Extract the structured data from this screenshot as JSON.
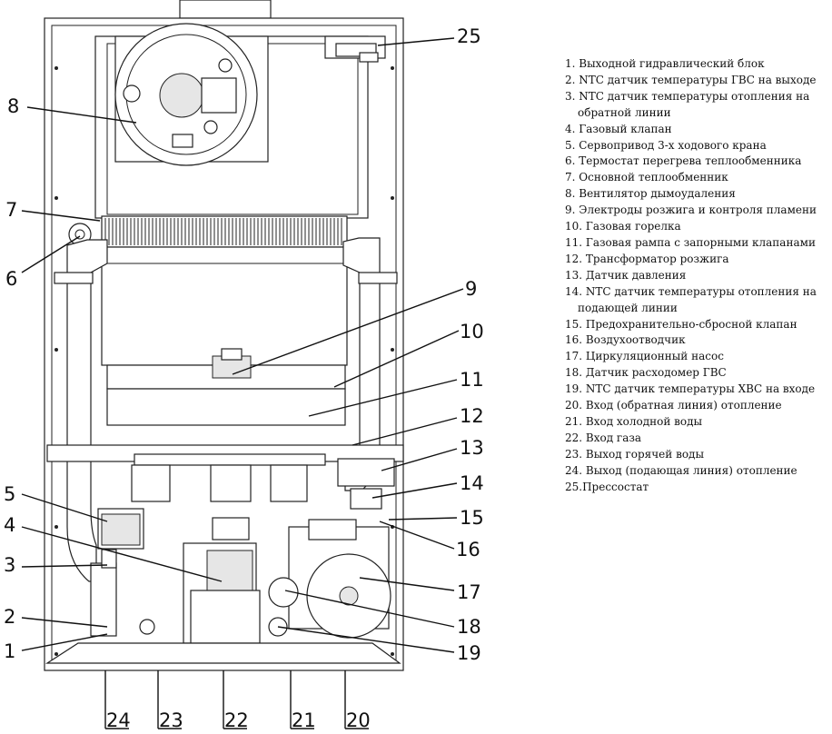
{
  "callouts": [
    "25",
    "8",
    "7",
    "6",
    "9",
    "10",
    "11",
    "12",
    "13",
    "14",
    "15",
    "16",
    "5",
    "4",
    "3",
    "17",
    "2",
    "18",
    "1",
    "19",
    "24",
    "23",
    "22",
    "21",
    "20"
  ],
  "legend": [
    {
      "text": "1. Выходной гидравлический блок"
    },
    {
      "text": "2. NTC датчик температуры ГВС на выходе"
    },
    {
      "text": "3. NTC датчик температуры отопления на",
      "cont": "обратной линии"
    },
    {
      "text": "4. Газовый клапан"
    },
    {
      "text": "5. Сервопривод 3-х ходового крана"
    },
    {
      "text": "6. Термостат перегрева теплообменника"
    },
    {
      "text": "7. Основной теплообменник"
    },
    {
      "text": "8. Вентилятор дымоудаления"
    },
    {
      "text": "9. Электроды розжига и контроля пламени"
    },
    {
      "text": "10. Газовая горелка"
    },
    {
      "text": "11. Газовая рампа с запорными клапанами"
    },
    {
      "text": "12. Трансформатор розжига"
    },
    {
      "text": "13. Датчик давления"
    },
    {
      "text": "14. NTC датчик температуры отопления на",
      "cont": "подающей линии"
    },
    {
      "text": "15. Предохранительно-сбросной клапан"
    },
    {
      "text": "16. Воздухоотводчик"
    },
    {
      "text": "17. Циркуляционный насос"
    },
    {
      "text": "18. Датчик расходомер ГВС"
    },
    {
      "text": "19. NTC датчик температуры ХВС на входе"
    },
    {
      "text": "20. Вход (обратная линия) отопление"
    },
    {
      "text": "21. Вход холодной воды"
    },
    {
      "text": "22. Вход газа"
    },
    {
      "text": "23. Выход горячей воды"
    },
    {
      "text": "24. Выход (подающая линия) отопление"
    },
    {
      "text": "25.Прессостат"
    }
  ]
}
